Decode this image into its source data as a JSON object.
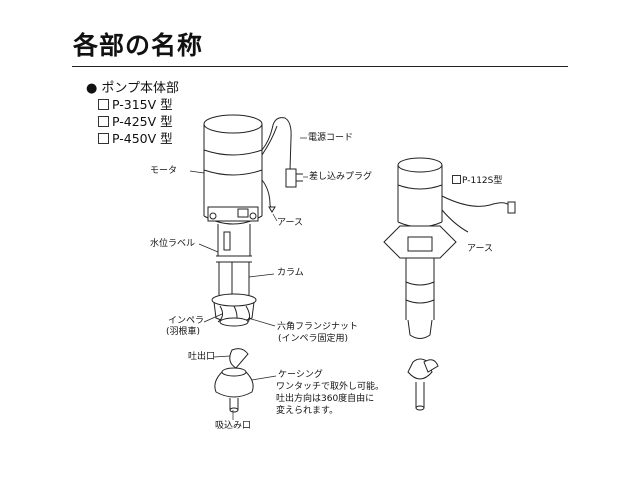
{
  "page": {
    "title": "各部の名称",
    "section": {
      "bullet": "●",
      "label": "ポンプ本体部"
    },
    "models": [
      "P-315V 型",
      "P-425V 型",
      "P-450V 型"
    ]
  },
  "labels": {
    "cord": "電源コード",
    "motor": "モータ",
    "plug": "差し込みプラグ",
    "earth": "アース",
    "water_label": "水位ラベル",
    "column": "カラム",
    "impeller": "インペラ",
    "impeller_sub": "(羽根車)",
    "hex_nut": "六角フランジナット",
    "hex_nut_sub": "(インペラ固定用)",
    "outlet": "吐出口",
    "casing": "ケーシング",
    "casing_note_1": "ワンタッチで取外し可能。",
    "casing_note_2": "吐出方向は360度自由に",
    "casing_note_3": "変えられます。",
    "inlet": "吸込み口",
    "small_model": "P-112S型",
    "earth2": "アース"
  }
}
